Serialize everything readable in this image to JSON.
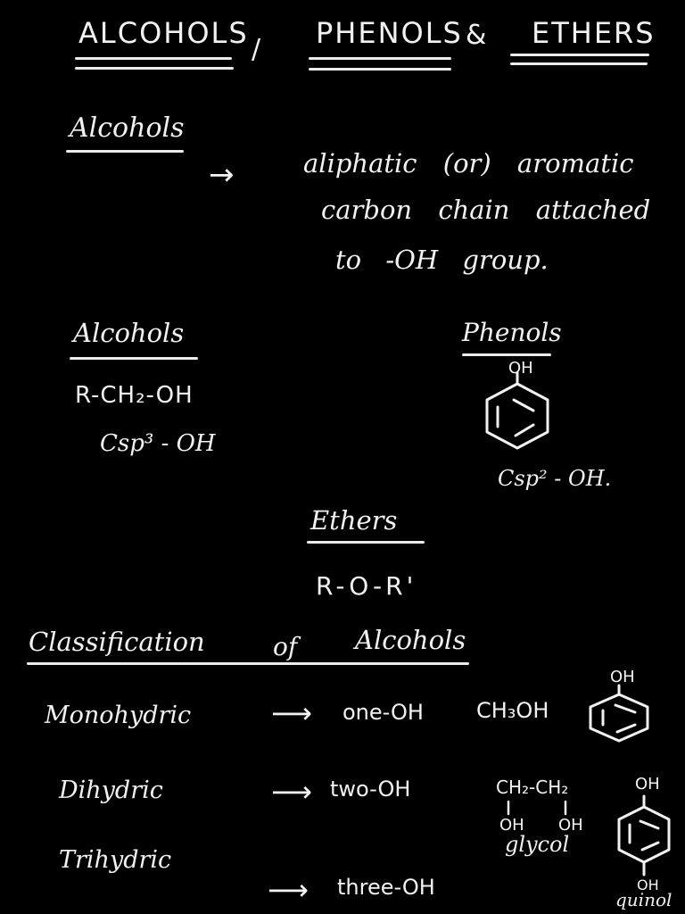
{
  "title": {
    "alcohols": "ALCOHOLS",
    "separator": "/",
    "phenols": "PHENOLS",
    "amp": "&",
    "ethers": "ETHERS"
  },
  "intro": {
    "heading": "Alcohols",
    "arrow": "→",
    "definition_line1": "aliphatic (or) aromatic",
    "definition_line2": "carbon chain attached",
    "definition_line3": "to -OH group."
  },
  "comparison": {
    "alcohols_heading": "Alcohols",
    "alcohols_formula1": "R-CH₂-OH",
    "alcohols_formula2": "Csp³ - OH",
    "phenols_heading": "Phenols",
    "phenol_oh": "OH",
    "phenols_formula": "Csp² - OH.",
    "ethers_heading": "Ethers",
    "ethers_formula": "R-O-R'"
  },
  "classification": {
    "heading_1": "Classification",
    "heading_2": "of",
    "heading_3": "Alcohols",
    "rows": [
      {
        "name": "Monohydric",
        "arrow": "⟶",
        "desc": "one-OH"
      },
      {
        "name": "Dihydric",
        "arrow": "⟶",
        "desc": "two-OH"
      },
      {
        "name": "Trihydric",
        "arrow": "⟶",
        "desc": "three-OH"
      }
    ],
    "methanol": "CH₃OH",
    "phenol_oh": "OH",
    "glycol_top": "CH₂-CH₂",
    "glycol_oh1": "OH",
    "glycol_oh2": "OH",
    "glycol_name": "glycol",
    "quinol_oh_top": "OH",
    "quinol_oh_bottom": "OH",
    "quinol_name": "quinol"
  }
}
